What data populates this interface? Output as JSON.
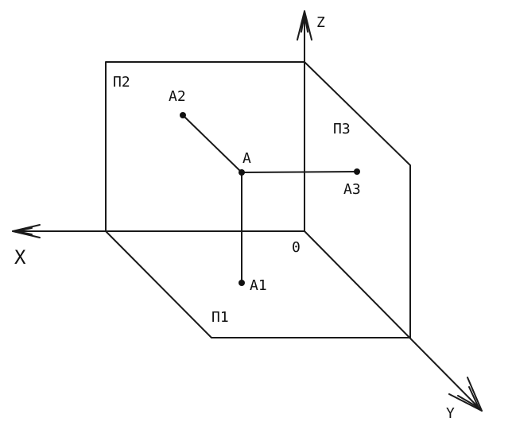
{
  "diagram": {
    "labels": {
      "z_axis": "Z",
      "x_axis": "X",
      "y_axis": "Y",
      "origin": "0",
      "plane_p2": "П2",
      "plane_p3": "П3",
      "plane_p1": "П1",
      "point_a": "A",
      "point_a1": "A1",
      "point_a2": "A2",
      "point_a3": "A3"
    },
    "colors": {
      "line": "#1a1a1a",
      "text": "#111111",
      "background": "#ffffff"
    }
  }
}
